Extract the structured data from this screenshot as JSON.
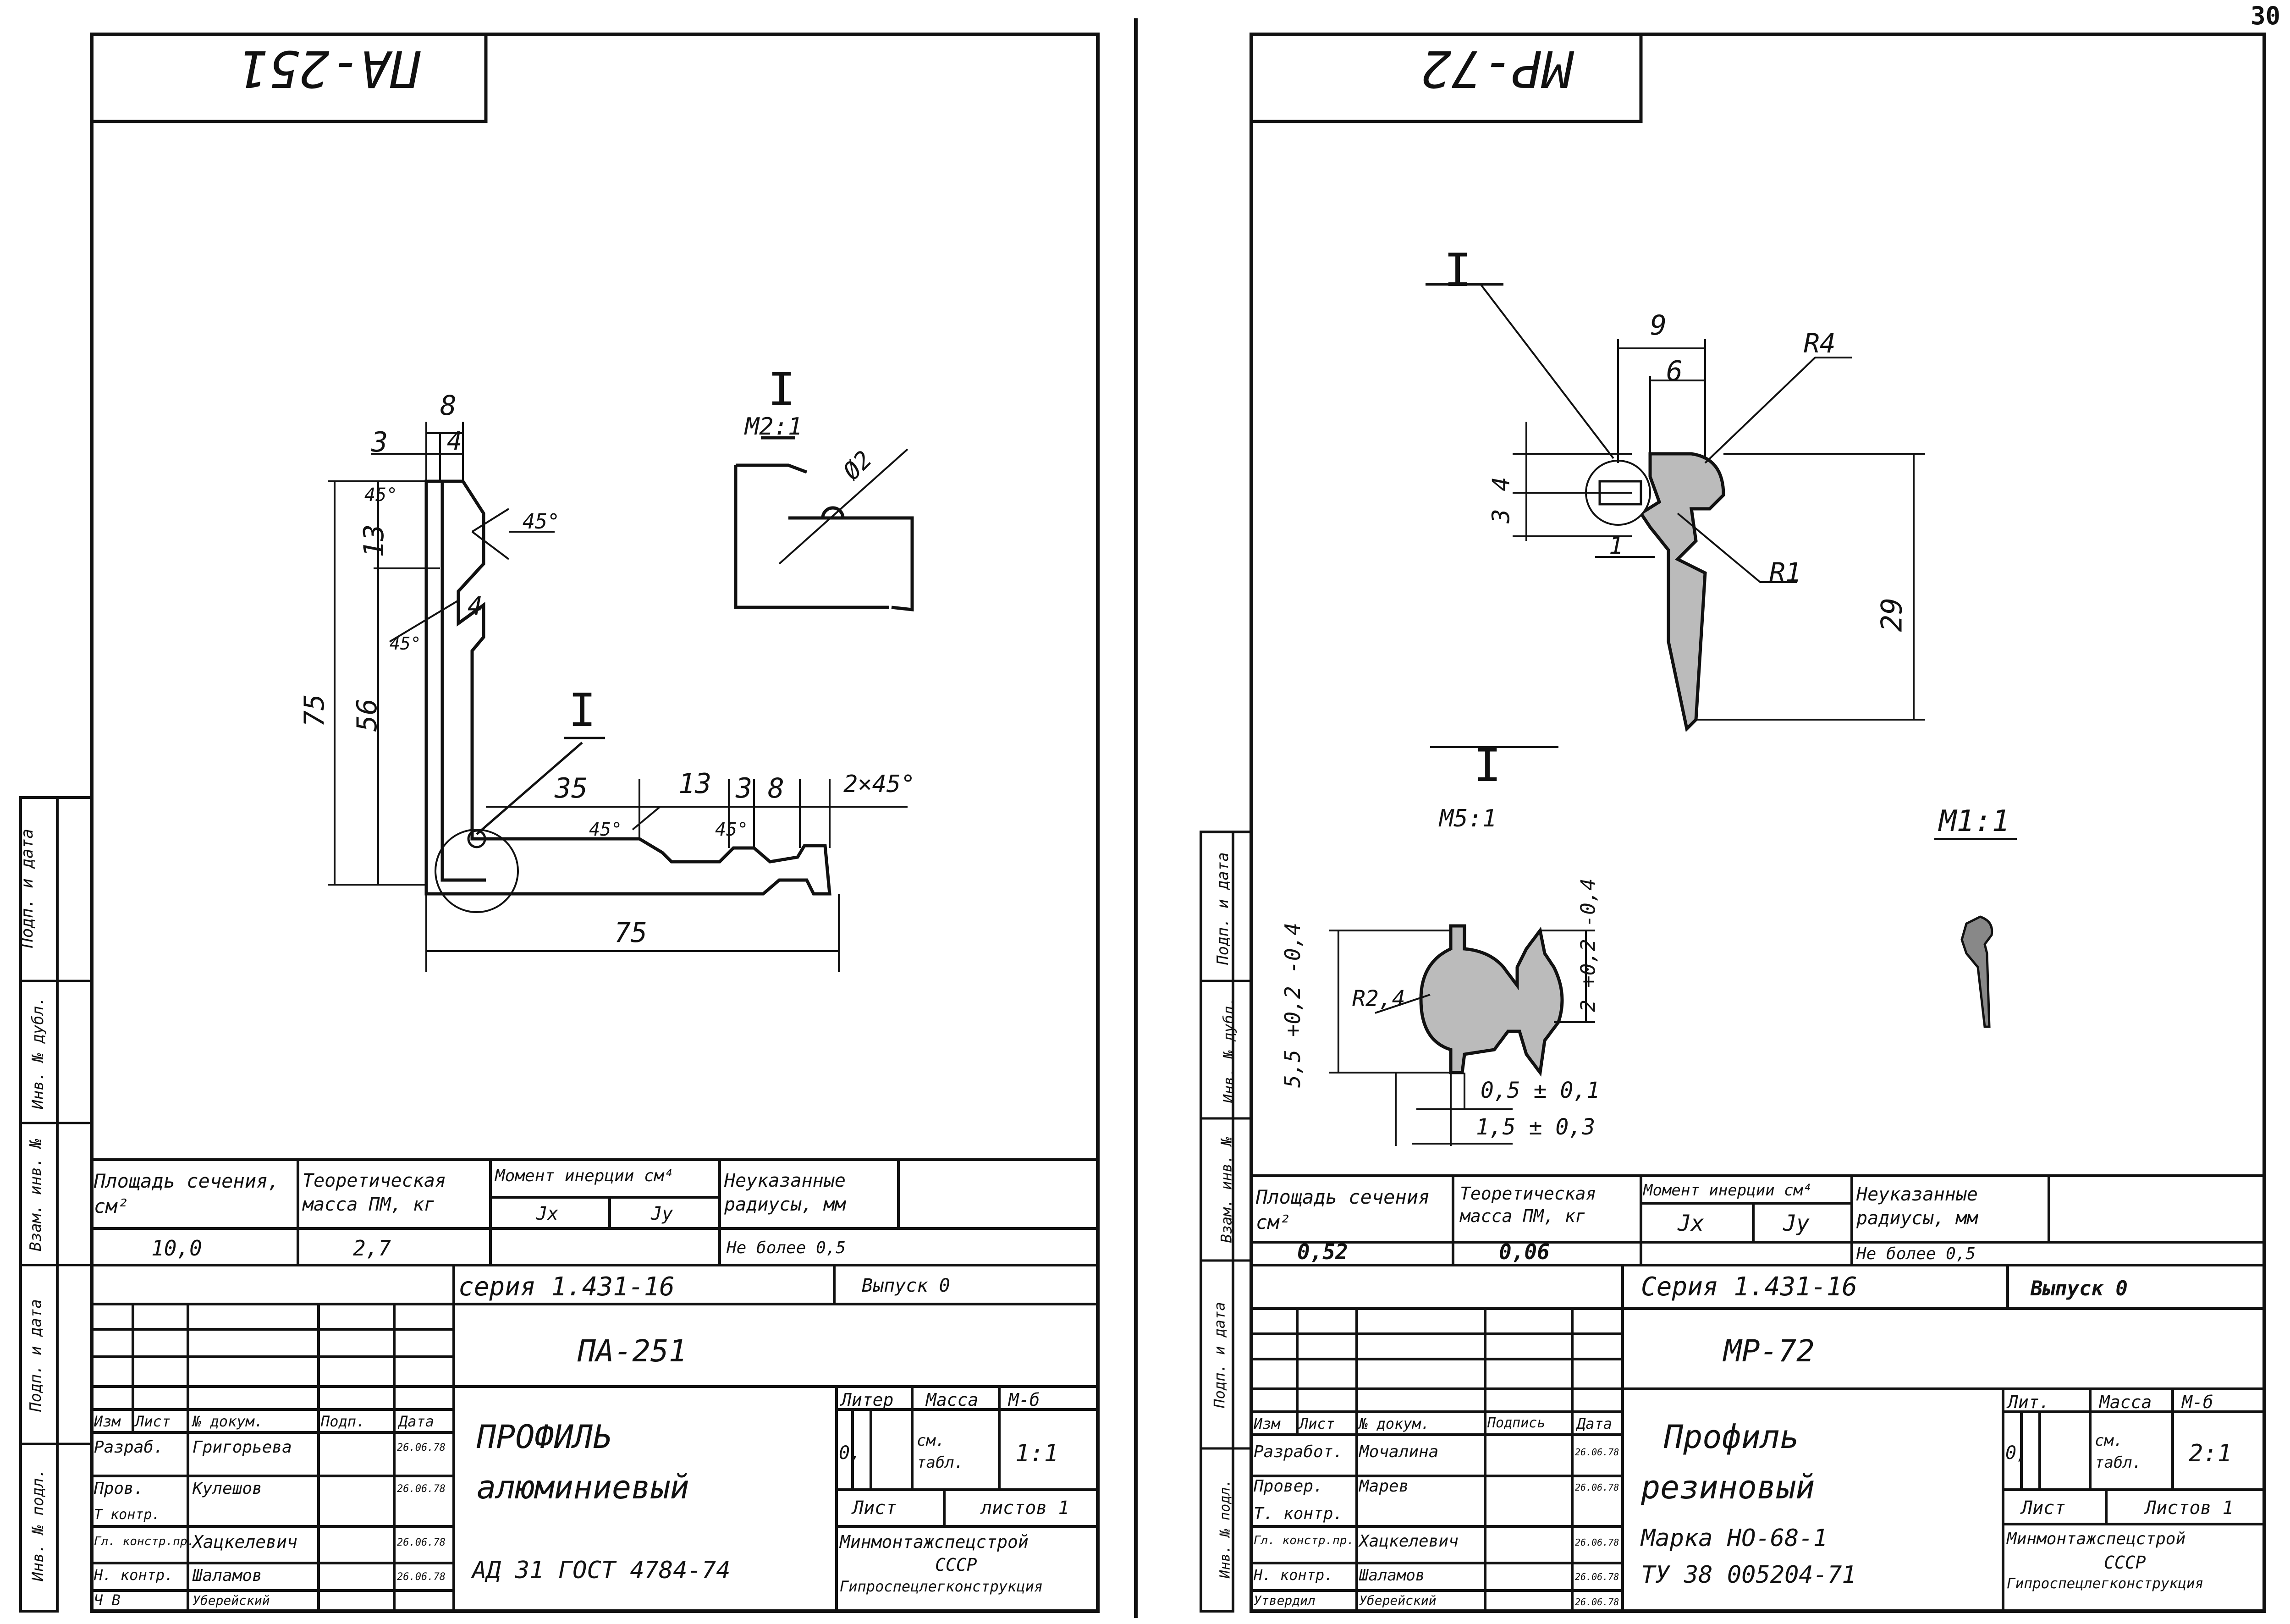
{
  "page_number": "30",
  "left_sheet": {
    "tab_title": "ПА-251",
    "detail_label": "I",
    "detail_scale": "М2:1",
    "detail_dia": "Ø2",
    "dims": {
      "d3": "3",
      "d8": "8",
      "d4a": "4",
      "d45a": "45°",
      "d45b": "45°",
      "d45c": "45°",
      "d13": "13",
      "d4b": "4",
      "d75v": "75",
      "d56": "56",
      "dI": "I",
      "d35": "35",
      "d13b": "13",
      "d3b": "3",
      "d8b": "8",
      "d2x45": "2×45°",
      "d45d": "45°",
      "d45e": "45°",
      "d75h": "75"
    },
    "props": {
      "area_header": "Площадь сечения, см²",
      "mass_header": "Теоретическая масса ПМ, кг",
      "inertia_header": "Момент инерции см⁴",
      "jx": "Jx",
      "jy": "Jy",
      "radii_header": "Неуказанные радиусы, мм",
      "area_value": "10,0",
      "mass_value": "2,7",
      "radii_value": "Не более 0,5"
    },
    "stamp": {
      "series": "серия 1.431-16",
      "issue": "Выпуск 0",
      "code": "ПА-251",
      "title_line1": "ПРОФИЛЬ",
      "title_line2": "алюминиевый",
      "material": "АД 31 ГОСТ 4784-74",
      "liter_header": "Литер",
      "mass_header": "Масса",
      "scale_header": "М-б",
      "liter_value": "0,",
      "mass_value": "см. табл.",
      "scale_value": "1:1",
      "sheet_label": "Лист",
      "sheets_label": "листов 1",
      "org_line1": "Минмонтажспецстрой",
      "org_line2": "СССР",
      "org_line3": "Гипроспецлегконструкция",
      "roles": [
        "Изм",
        "Лист",
        "№ докум.",
        "Подп.",
        "Дата"
      ],
      "people": [
        {
          "role": "Разраб.",
          "name": "Григорьева",
          "date": "26.06.78"
        },
        {
          "role": "Пров.",
          "name": "Кулешов",
          "date": "26.06.78"
        },
        {
          "role": "Т контр.",
          "name": "",
          "date": ""
        },
        {
          "role": "Гл. констр.пр.",
          "name": "Хацкелевич",
          "date": "26.06.78"
        },
        {
          "role": "Н. контр.",
          "name": "Шаламов",
          "date": "26.06.78"
        },
        {
          "role": "Ч В",
          "name": "Уберейский",
          "date": ""
        }
      ]
    },
    "margin_labels": [
      "Подп. и дата",
      "Инв. № дубл.",
      "Взам. инв. №",
      "Подп. и дата",
      "Инв. № подл."
    ]
  },
  "right_sheet": {
    "tab_title": "МР-72",
    "detail_label": "I",
    "detail_scale": "М5:1",
    "main_scale": "М1:1",
    "dims": {
      "dI": "I",
      "d9": "9",
      "d6": "6",
      "dR4": "R4",
      "d4": "4",
      "d3": "3",
      "d1": "1",
      "dR1": "R1",
      "d29": "29",
      "dR24": "R2,4",
      "d55": "5,5 +0,2 -0,4",
      "d2": "2 +0,2 -0,4",
      "d05": "0,5 ± 0,1",
      "d15": "1,5 ± 0,3"
    },
    "props": {
      "area_header": "Площадь сечения см²",
      "mass_header": "Теоретическая масса ПМ, кг",
      "inertia_header": "Момент инерции см⁴",
      "jx": "Jx",
      "jy": "Jy",
      "radii_header": "Неуказанные радиусы, мм",
      "area_value": "0,52",
      "mass_value": "0,06",
      "radii_value": "Не более 0,5"
    },
    "stamp": {
      "series": "Серия 1.431-16",
      "issue": "Выпуск 0",
      "code": "МР-72",
      "title_line1": "Профиль",
      "title_line2": "резиновый",
      "material_line1": "Марка НО-68-1",
      "material_line2": "ТУ 38 005204-71",
      "liter_header": "Лит.",
      "mass_header": "Масса",
      "scale_header": "М-б",
      "liter_value": "0,",
      "mass_value": "см. табл.",
      "scale_value": "2:1",
      "sheet_label": "Лист",
      "sheets_label": "Листов 1",
      "org_line1": "Минмонтажспецстрой",
      "org_line2": "СССР",
      "org_line3": "Гипроспецлегконструкция",
      "roles": [
        "Изм",
        "Лист",
        "№ докум.",
        "Подпись",
        "Дата"
      ],
      "people": [
        {
          "role": "Разработ.",
          "name": "Мочалина",
          "date": "26.06.78"
        },
        {
          "role": "Провер.",
          "name": "Марев",
          "date": "26.06.78"
        },
        {
          "role": "Т. контр.",
          "name": "",
          "date": ""
        },
        {
          "role": "Гл. констр.пр.",
          "name": "Хацкелевич",
          "date": "26.06.78"
        },
        {
          "role": "Н. контр.",
          "name": "Шаламов",
          "date": "26.06.78"
        },
        {
          "role": "Утвердил",
          "name": "Уберейский",
          "date": "26.06.78"
        }
      ]
    },
    "margin_labels": [
      "Подп. и дата",
      "Инв. № дубл.",
      "Взам. инв. №",
      "Подп. и дата",
      "Инв. № подл."
    ]
  }
}
